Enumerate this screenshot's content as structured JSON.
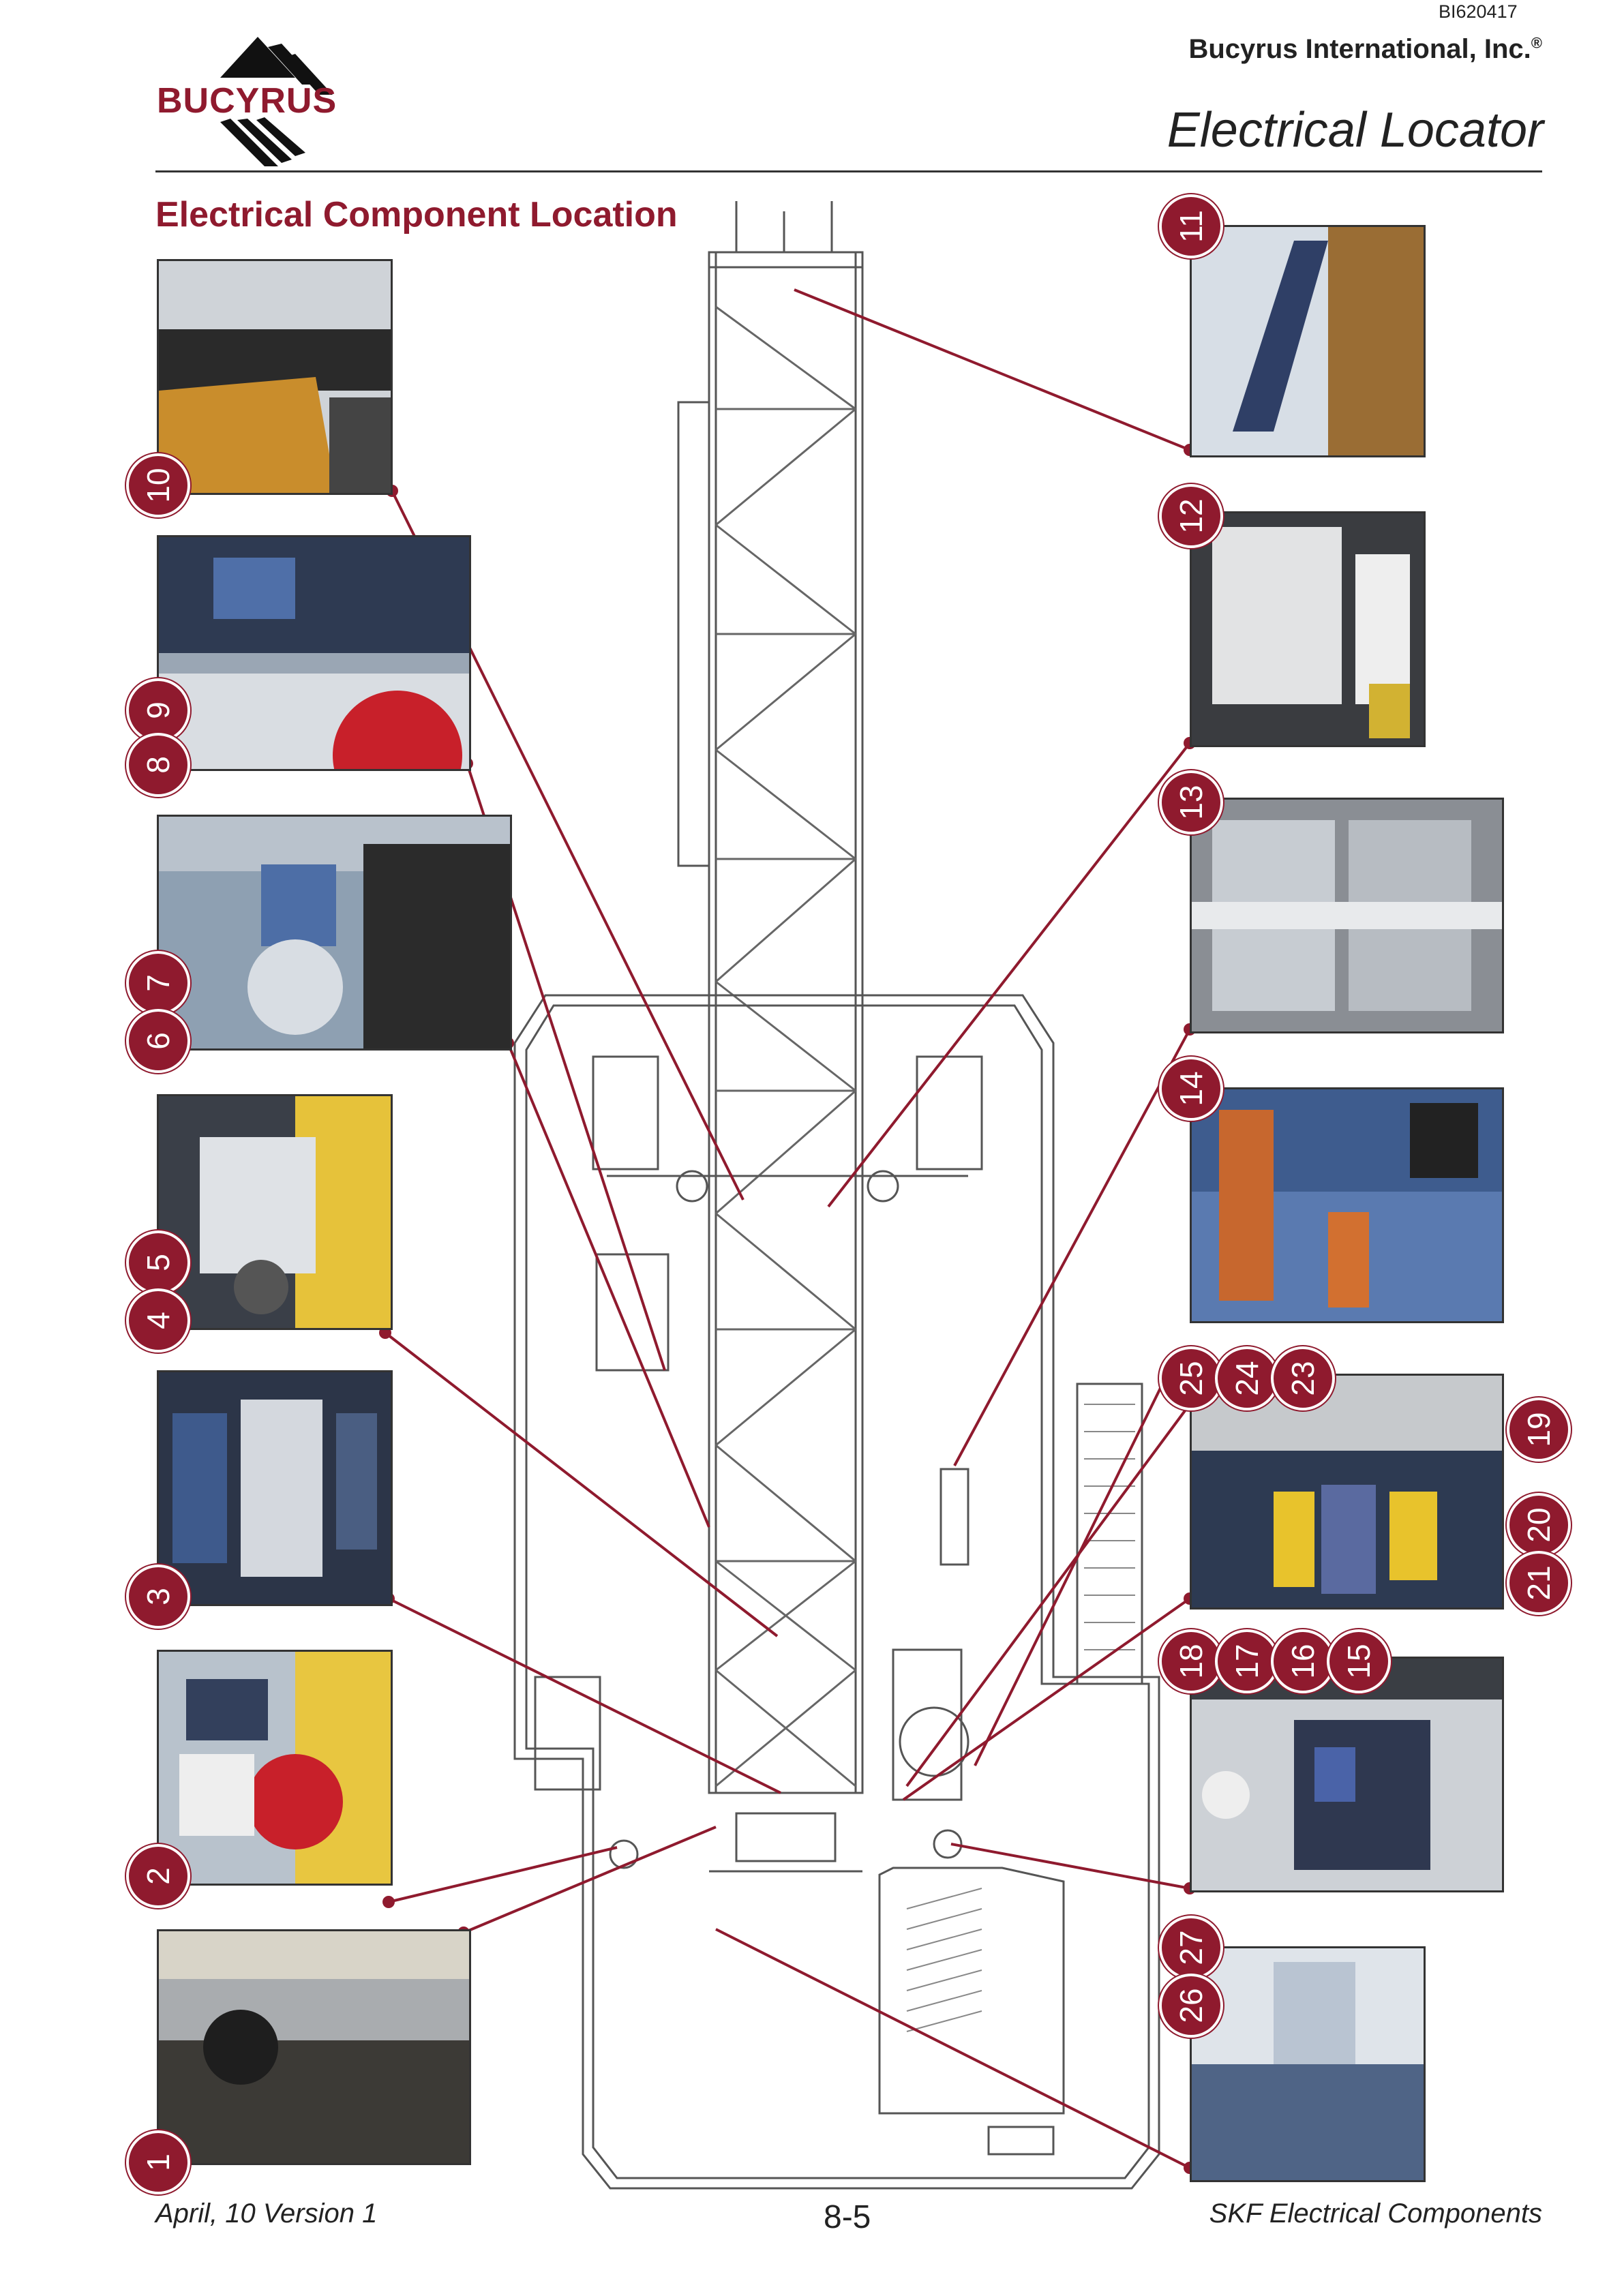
{
  "header": {
    "doc_code": "BI620417",
    "company": "Bucyrus International, Inc.",
    "registered_mark": "®",
    "title": "Electrical Locator",
    "logo_text": "BUCYRUS"
  },
  "section_title": "Electrical Component Location",
  "callouts": {
    "c1": "1",
    "c2": "2",
    "c3": "3",
    "c4": "4",
    "c5": "5",
    "c6": "6",
    "c7": "7",
    "c8": "8",
    "c9": "9",
    "c10": "10",
    "c11": "11",
    "c12": "12",
    "c13": "13",
    "c14": "14",
    "c15": "15",
    "c16": "16",
    "c17": "17",
    "c18": "18",
    "c19": "19",
    "c20": "20",
    "c21": "21",
    "c23": "23",
    "c24": "24",
    "c25": "25",
    "c26": "26",
    "c27": "27"
  },
  "colors": {
    "accent": "#8f1a2e",
    "line": "#333333"
  },
  "footer": {
    "left": "April, 10 Version 1",
    "center": "8-5",
    "right": "SKF Electrical Components"
  }
}
